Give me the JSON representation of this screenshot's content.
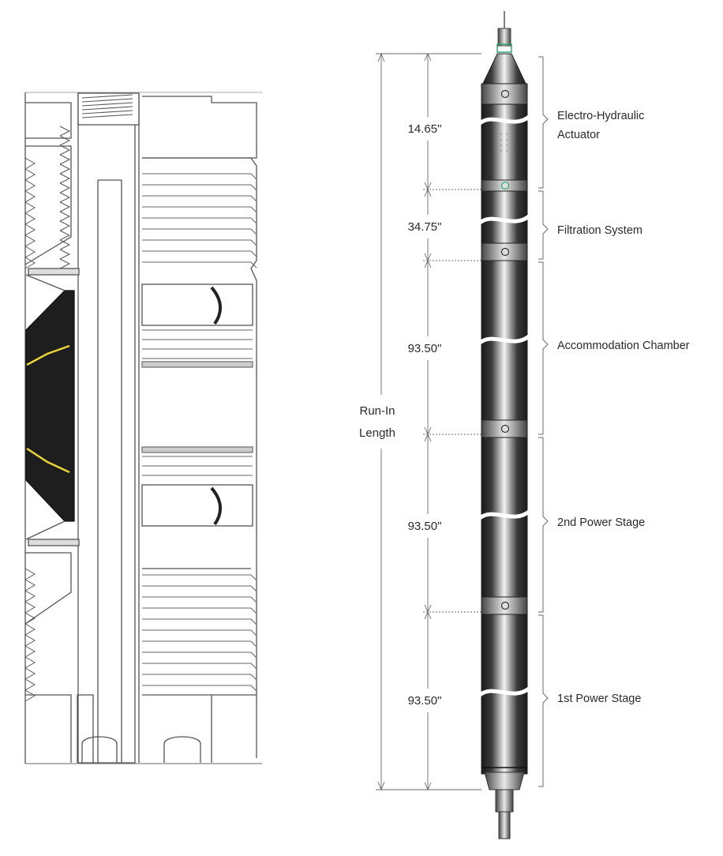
{
  "labels": {
    "run_in": [
      "Run-In",
      "Length"
    ]
  },
  "sections": [
    {
      "name": [
        "Electro-Hydraulic",
        "Actuator"
      ],
      "length": "14.65\""
    },
    {
      "name": [
        "Filtration System"
      ],
      "length": "34.75\""
    },
    {
      "name": [
        "Accommodation Chamber"
      ],
      "length": "93.50\""
    },
    {
      "name": [
        "2nd Power Stage"
      ],
      "length": "93.50\""
    },
    {
      "name": [
        "1st Power Stage"
      ],
      "length": "93.50\""
    }
  ],
  "colors": {
    "line": "#555555",
    "seal_dark": "#1e1e1e",
    "seal_stripe": "#e8d43a",
    "tool_dark": "#2b2b2b",
    "tool_light": "#f0f0f0",
    "port_green": "#2aa36b"
  }
}
